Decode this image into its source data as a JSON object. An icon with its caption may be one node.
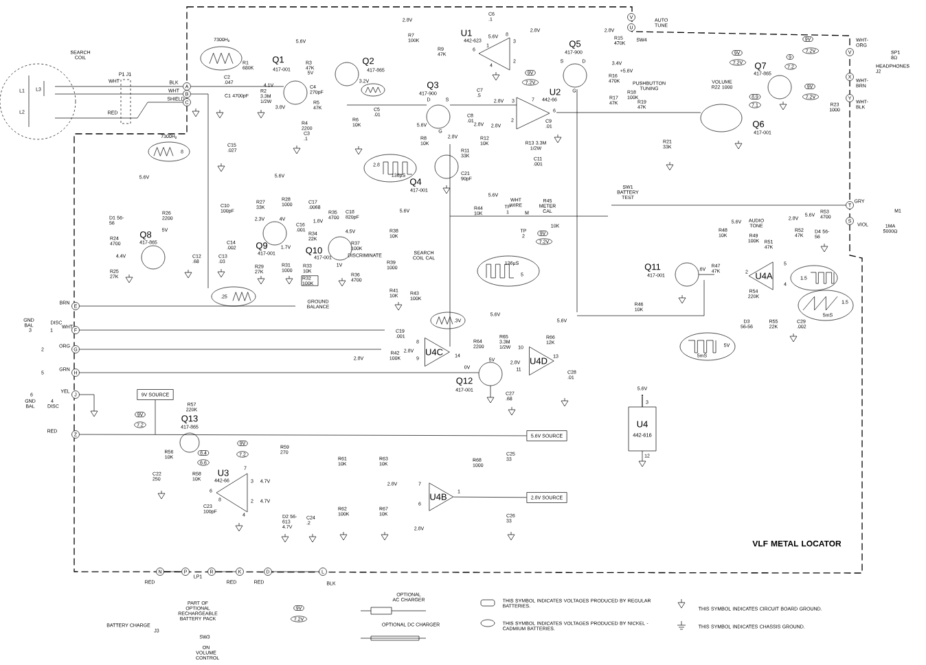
{
  "diagram": {
    "title": "VLF METAL LOCATOR",
    "nodes": [
      {
        "text": [
          "U4A"
        ]
      },
      {
        "text": [
          "U4C"
        ]
      },
      {
        "text": [
          "U4D"
        ]
      },
      {
        "text": [
          "9V SOURCE"
        ]
      },
      {
        "text": [
          "U4",
          "442-616"
        ]
      },
      {
        "text": [
          "5.6V SOURCE"
        ]
      },
      {
        "text": [
          "U4B"
        ]
      },
      {
        "text": [
          "2.8V SOURCE"
        ]
      },
      {
        "text": [
          "Z"
        ]
      }
    ],
    "edges": [
      {
        "from": 3,
        "to": null,
        "arrow": "none"
      },
      {
        "from": 8,
        "to": 5,
        "arrow": "none"
      },
      {
        "from": 6,
        "to": 7,
        "arrow": "none"
      }
    ],
    "labels": [
      "SEARCH COIL",
      "L1",
      "L3",
      "L2",
      "P1 J1",
      "WHT",
      "RED",
      "BLK",
      "WHT",
      "SHIELD",
      "A",
      "B",
      "C",
      "7300H$_{z}$",
      "C2 .047",
      "C1 4700pF",
      "5.6V",
      "R1 680K",
      "Q1",
      "417-001",
      "R3 47K",
      "5V",
      "4.1V",
      "R2 3.3M 1/2W",
      "3.8V",
      "R4 2200",
      "C3 .1",
      "C4 270pF",
      "Q2",
      "417-865",
      "3.2V",
      "R5 47K",
      "R6 10K",
      "C5 .01",
      "7300H$_{z}$",
      "8",
      "C15 .027",
      "2.8V",
      "R7 100K",
      "C6 .1",
      "U1",
      "442-623",
      "5.6V",
      "1",
      "8",
      "3",
      "6",
      "4",
      "2",
      "2.8V",
      "R9 47K",
      "C7 .5",
      "Q3",
      "417-900",
      "D",
      "S",
      "G",
      "C8 .01",
      "5.6V",
      "R8 10K",
      "2.8V",
      "2.8V",
      "R12 10K",
      "R11 33K",
      "C21 90pF",
      "2.8V",
      "3",
      "2",
      "2.8V",
      "9V",
      "7.2V",
      "U2",
      "7",
      "442-66",
      "6",
      "C9 .01",
      "R13 3.3M 1/2W",
      "C11 .001",
      "Q5",
      "417-900",
      "S",
      "D",
      "G",
      "2.8",
      "136µS",
      "Q4",
      "417-001",
      "5.6V",
      "WHT WIRE",
      "TP 1",
      "M",
      "R44 10K",
      "R45 METER CAL",
      "10K",
      "TP 2",
      "9V",
      "7.2V",
      "5.6V",
      "R38 10K",
      "SEARCH COIL CAL",
      "R39 1000",
      "R41 10K",
      "R43 100K",
      "136µS",
      "5",
      "5.6V",
      "D1 56-56",
      "R26 2200",
      "5V",
      "Q8",
      "417-865",
      "R24 4700",
      "4.4V",
      "R25 27K",
      "C12 .68",
      "C13 .03",
      "C14 .002",
      "5.6V",
      "C10 100pF",
      "R27 33K",
      "R28 1000",
      "2.3V",
      "4V",
      "Q9",
      "417-001",
      "1.7V",
      "R29 27K",
      "R31 1000",
      ".25",
      "C16 .001",
      "C17 .0068",
      "1.8V",
      "R34 22K",
      "Q10",
      "417-001",
      "R33 10K",
      "R32 100K",
      "GROUND BALANCE",
      "R35 4700",
      "C18 820pF",
      "4.5V",
      "R37 100K",
      "DISCRIMINATE",
      "1V",
      "R36 4700",
      ".3V",
      "C19 .001",
      "BRN",
      "E",
      "GND BAL",
      "3",
      "DISC",
      "1",
      "WHT",
      "F",
      "2",
      "ORG",
      "G",
      "5",
      "GRN",
      "H",
      "6",
      "GND BAL",
      "4 DISC",
      "YEL",
      "J",
      "RED",
      "8",
      "2.8V",
      "9",
      "14",
      "R42 100K",
      "2.8V",
      "5.6V",
      "R64 2200",
      "R65 3.3M 1/2W",
      "5.6V",
      "R66 12K",
      "0V",
      "5V",
      "Q12",
      "417-001",
      "10",
      "2.8V",
      "11",
      "13",
      "C28 .01",
      "C27 .68",
      "R57 220K",
      "9V",
      "7.2",
      "Q13",
      "417-865",
      "R56 10K",
      "8.4",
      "6.6",
      "C22 250",
      "R58 10K",
      "9V",
      "7.2",
      "U3",
      "442-66",
      "7",
      "3",
      "4.7V",
      "6",
      "8",
      "2",
      "4.7V",
      "C23 100pF",
      "4",
      "R59 270",
      "D2 56-613 4.7V",
      "C24 .2",
      "R61 10K",
      "R62 100K",
      "R63 10K",
      "R67 10K",
      "2.8V",
      "7",
      "6",
      "1",
      "2.8V",
      "R68 1000",
      "C25 33",
      "C26 33",
      "5.6V",
      "3",
      "12",
      "V",
      "U",
      "AUTO TUNE",
      "2.8V",
      "R15 470K",
      "SW4",
      "3.4V",
      "+5.6V",
      "R16 470K",
      "PUSHBUTTON TUNING",
      "R18 100K",
      "R17 47K",
      "R19 47K",
      "R21 33K",
      "9V",
      "7.2V",
      "VOLUME R22 1000",
      "Q7",
      "417-865",
      "9",
      "7.2",
      "8.9",
      "7.1",
      "Q6",
      "417-001",
      "9V",
      "7.2V",
      "9V",
      "7.2V",
      "R23 1000",
      "V",
      "X",
      "Y",
      "WHT- ORG",
      "SP1 8Ω",
      "HEADPHONES J2",
      "WHT- BRN",
      "WHT- BLK",
      "SW1 BATTERY TEST",
      "GRY",
      "T",
      "M1",
      "5.6V",
      "R53 4700",
      "S",
      "VIOL",
      "1MA 5000Ω",
      "D4 56-56",
      "5.6V",
      "R48 10K",
      "AUDIO TONE",
      "R49 100K",
      "R51 47K",
      "2.8V",
      "R52 47K",
      "Q11",
      "417-001",
      ".6V",
      "R47 47K",
      "2",
      "5",
      "4",
      "1.5",
      "R54 220K",
      "1.5",
      "5mS",
      "R46 10K",
      "D3 56-56",
      "R55 22K",
      "C29 .002",
      "5V",
      "5mS",
      "N",
      "P",
      "R",
      "K",
      "D",
      "L",
      "RED",
      "LP1",
      "RED",
      "RED",
      "BLK",
      "PART OF OPTIONAL RECHARGEABLE BATTERY PACK",
      "J3",
      "BATTERY CHARGE",
      "9V",
      "7.2V",
      "SW3",
      "ON VOLUME CONTROL",
      "OPTIONAL AC CHARGER",
      "OPTIONAL DC CHARGER"
    ],
    "legend": [
      {
        "text": "THIS SYMBOL INDICATES VOLTAGES PRODUCED BY REGULAR BATTERIES."
      },
      {
        "text": "THIS SYMBOL INDICATES VOLTAGES PRODUCED BY NICKEL - CADMIUM BATTERIES."
      },
      {
        "text": "THIS SYMBOL INDICATES CIRCUIT BOARD GROUND."
      },
      {
        "text": "THIS SYMBOL INDICATES CHASSIS GROUND."
      }
    ]
  }
}
